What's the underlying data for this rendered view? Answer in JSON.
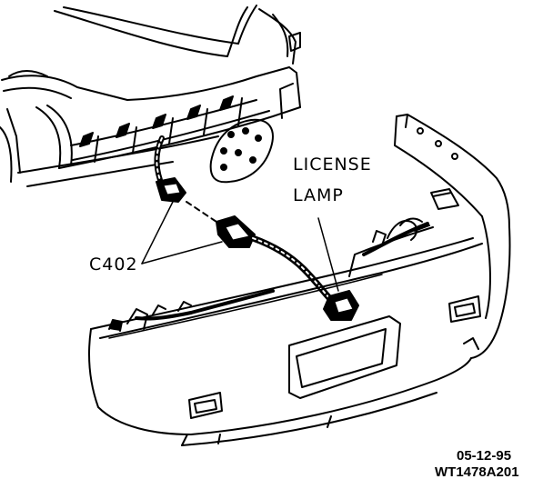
{
  "labels": {
    "license_lamp_line1": "LICENSE",
    "license_lamp_line2": "LAMP",
    "connector": "C402",
    "date_code": "05-12-95",
    "figure_id": "WT1478A201"
  },
  "colors": {
    "ink": "#000000",
    "paper": "#ffffff"
  }
}
